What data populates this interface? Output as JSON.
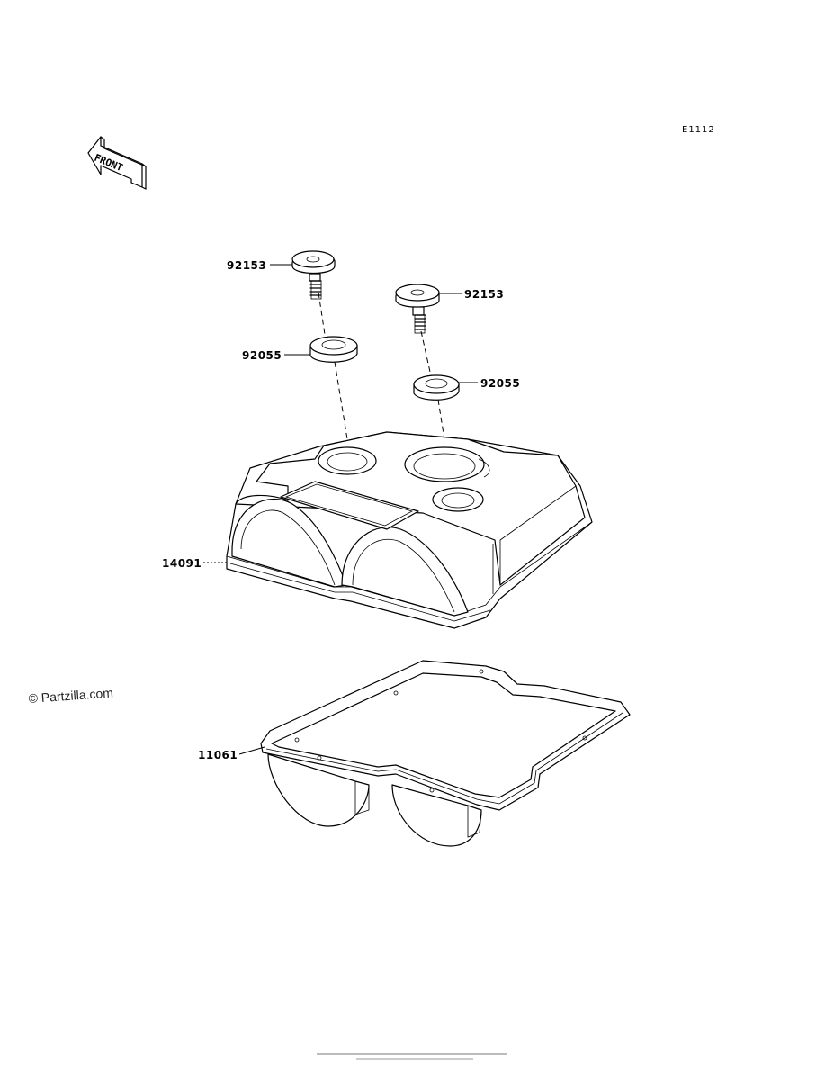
{
  "diagram_ref": "E1112",
  "front_label": "FRONT",
  "watermark": "© Partzilla.com",
  "parts": {
    "bolt_left": "92153",
    "bolt_right": "92153",
    "washer_left": "92055",
    "washer_right": "92055",
    "cover": "14091",
    "gasket": "11061"
  }
}
